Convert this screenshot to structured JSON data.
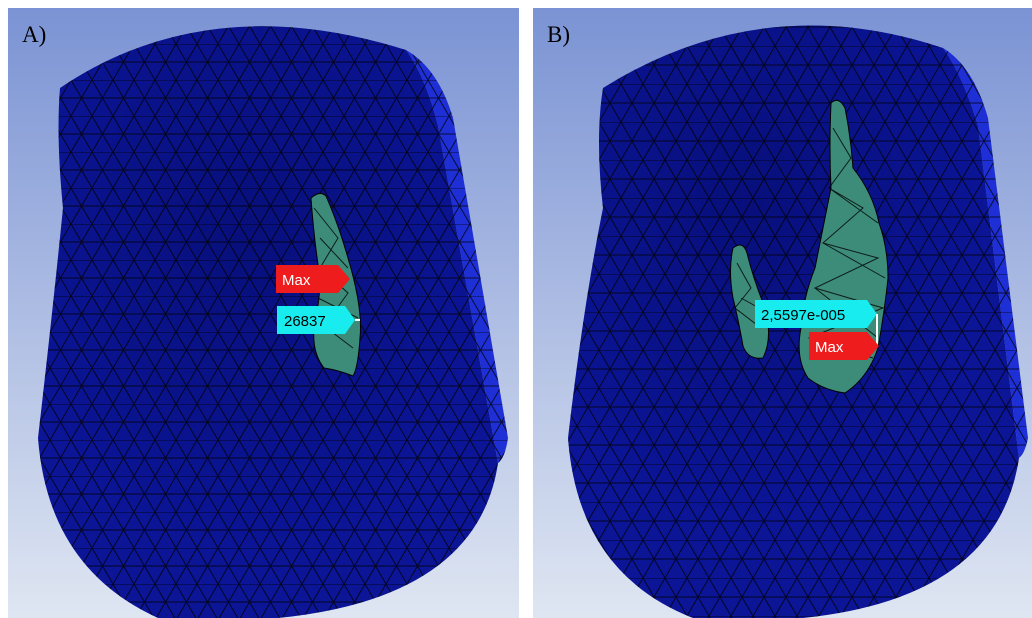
{
  "colors": {
    "background_top": "#7b93d4",
    "background_bottom": "#dfe6f2",
    "mesh_face": "#0b1596",
    "mesh_face_dark": "#060b6a",
    "mesh_side": "#1e2fd6",
    "hotspot_fill": "#3d8c7a",
    "max_tag": "#ee1c1c",
    "value_tag": "#19ecef"
  },
  "panels": [
    {
      "letter": "A)",
      "max_label": "Max",
      "value_label": "26837"
    },
    {
      "letter": "B)",
      "max_label": "Max",
      "value_label": "2,5597e-005"
    }
  ]
}
